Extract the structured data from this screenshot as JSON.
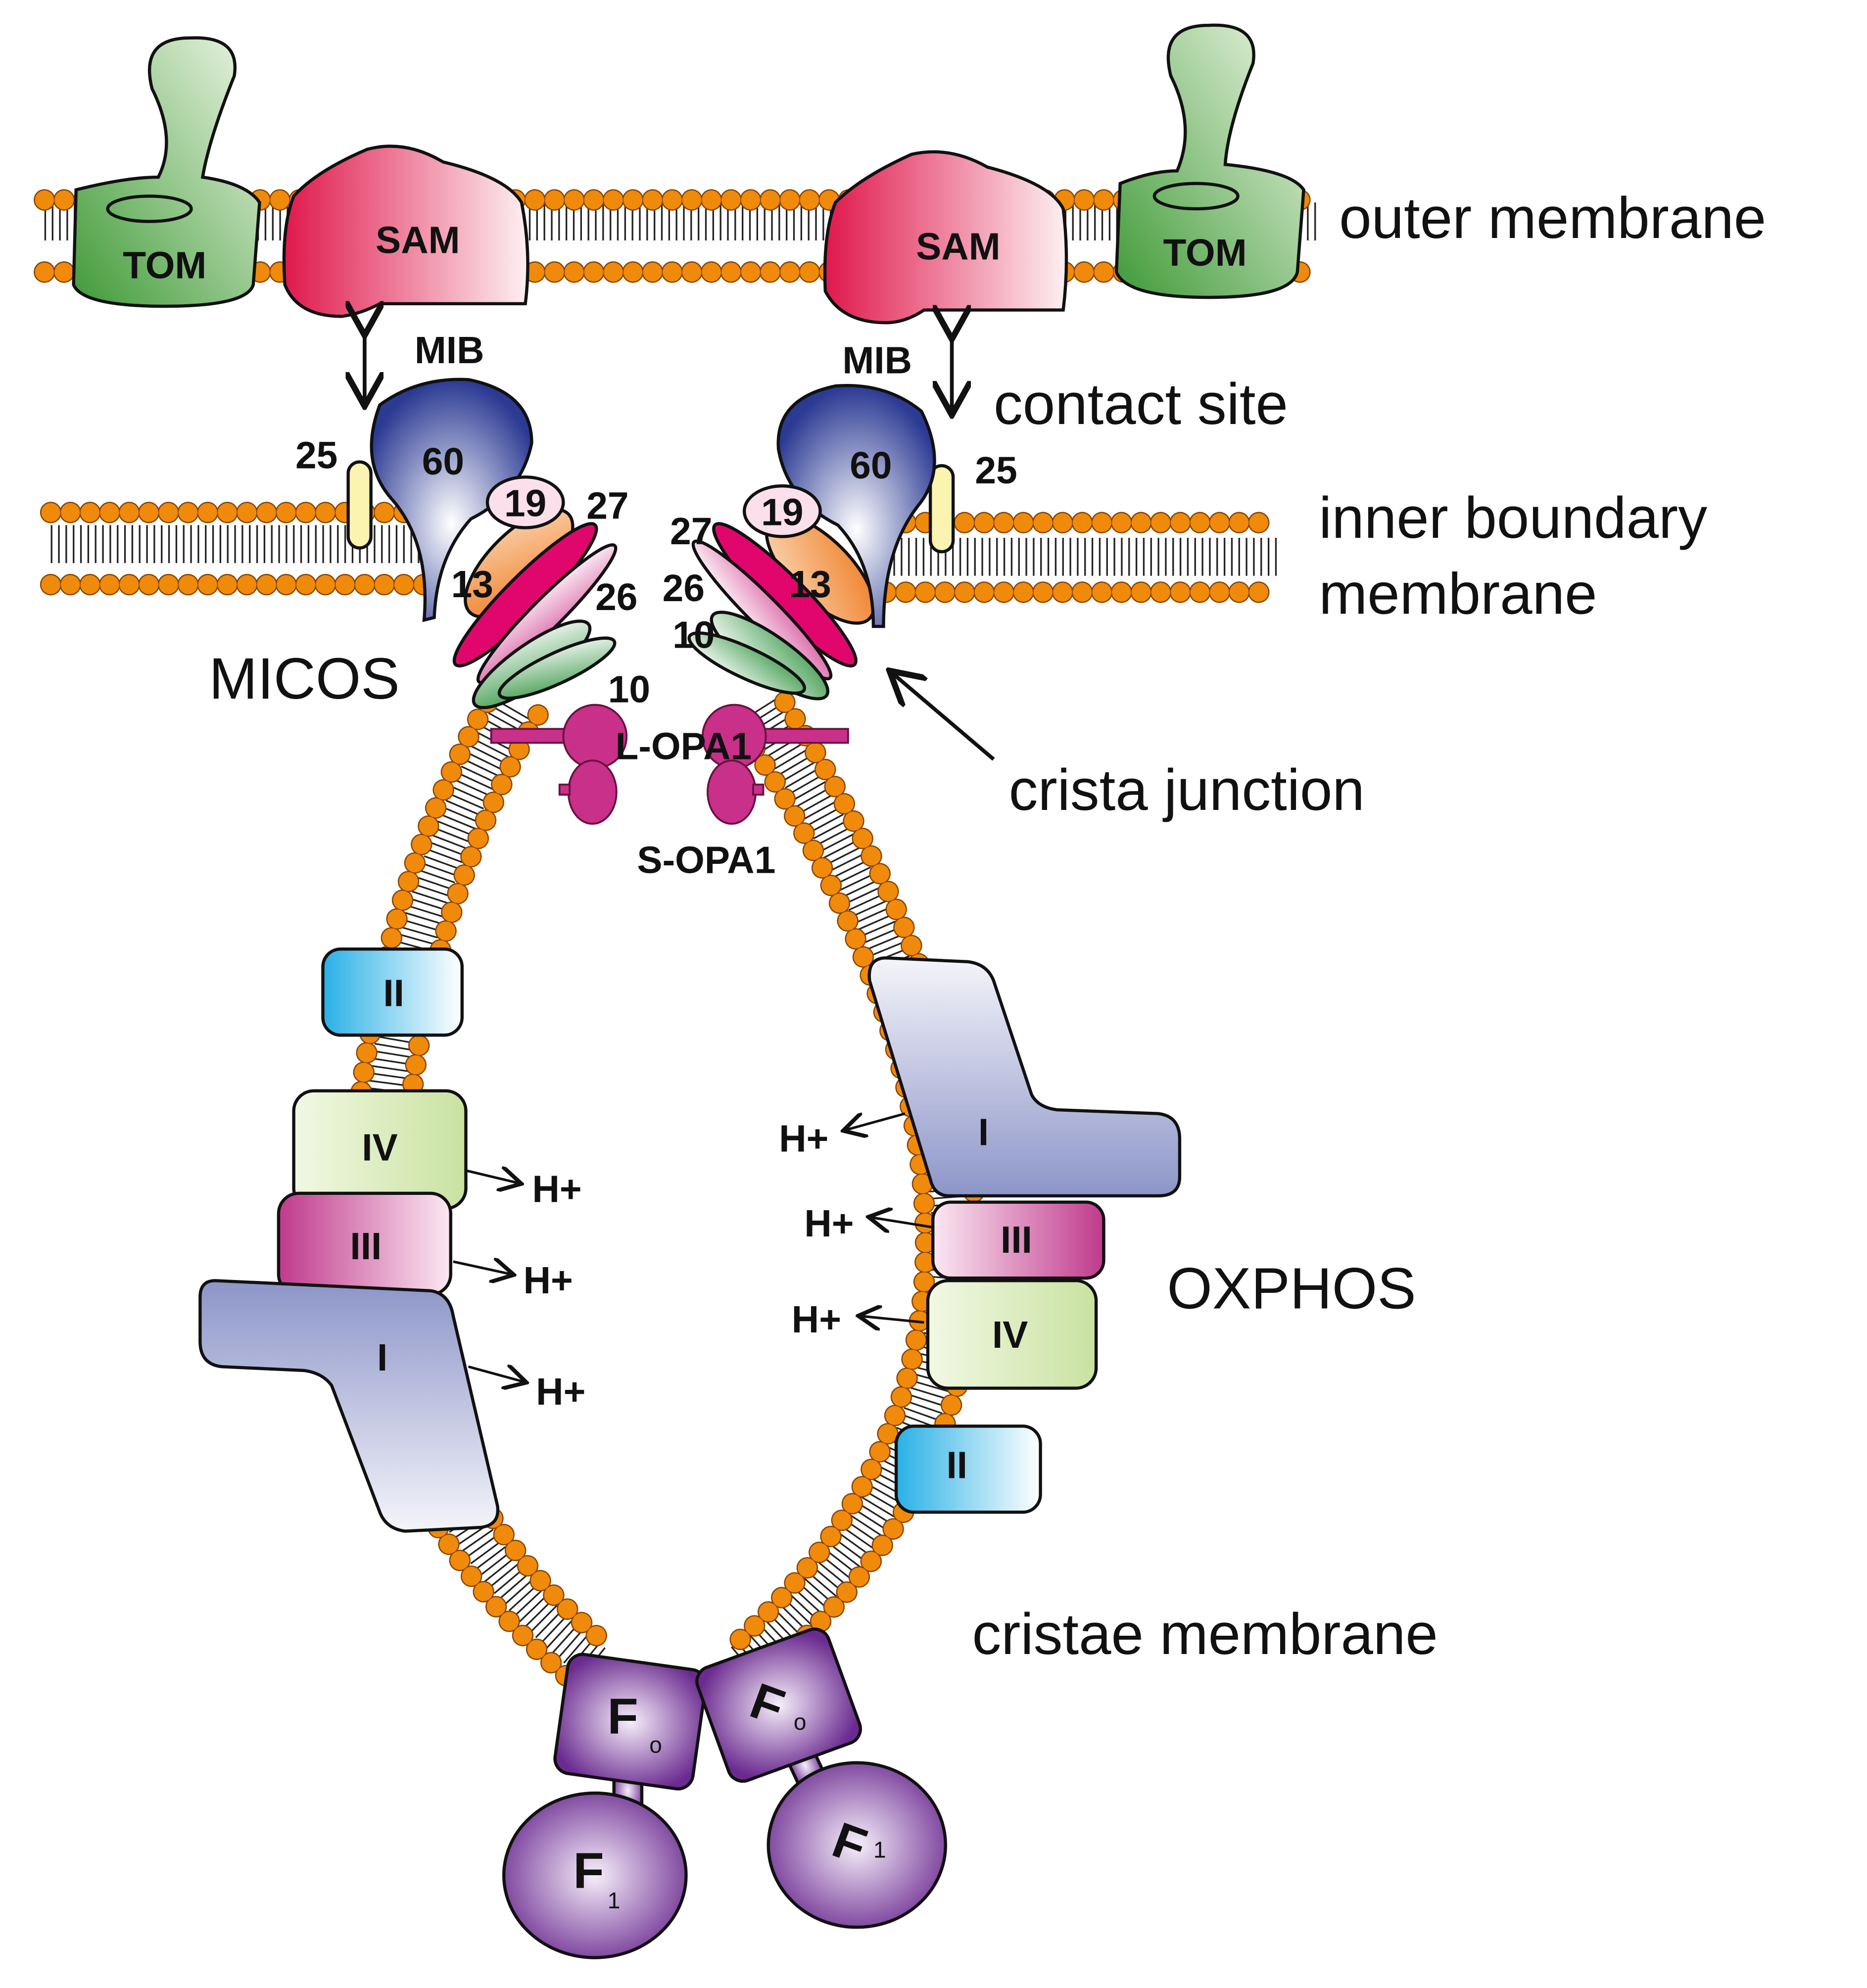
{
  "labels": {
    "outer_membrane": "outer membrane",
    "contact_site": "contact site",
    "inner_boundary_1": "inner boundary",
    "inner_boundary_2": "membrane",
    "micos": "MICOS",
    "crista_junction": "crista junction",
    "oxphos": "OXPHOS",
    "cristae_membrane": "cristae membrane"
  },
  "proteins": {
    "tom": "TOM",
    "sam": "SAM",
    "mib": "MIB",
    "mic60": "60",
    "mic25": "25",
    "mic19": "19",
    "mic27": "27",
    "mic13": "13",
    "mic26": "26",
    "mic10": "10",
    "l_opa1": "L-OPA1",
    "s_opa1": "S-OPA1",
    "complex_1": "I",
    "complex_2": "II",
    "complex_3": "III",
    "complex_4": "IV",
    "fo": "F",
    "fo_sub": "o",
    "f1": "F",
    "f1_sub": "1",
    "proton": "H+"
  },
  "colors": {
    "lipid_head": "#f08a0a",
    "tom": "#5fae4f",
    "sam": "#e0184c",
    "mic60": "#2b3a93",
    "opa1": "#c8308a",
    "atp_synthase": "#6a2a8f"
  }
}
